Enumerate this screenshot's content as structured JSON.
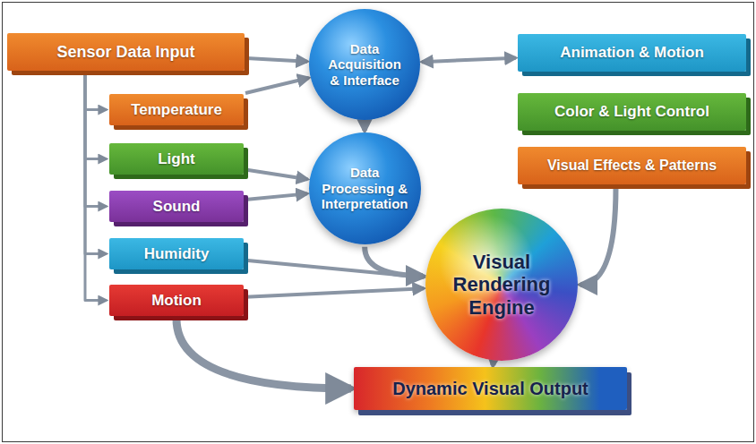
{
  "diagram": {
    "nodes": [
      {
        "text": [
          "Sensor Data Input"
        ]
      },
      {
        "text": [
          "Data Acquisition & Interface"
        ]
      },
      {
        "text": [
          "Animation & Motion"
        ]
      },
      {
        "text": [
          "Temperature"
        ]
      },
      {
        "text": [
          "Color & Light Control"
        ]
      },
      {
        "text": [
          "Light"
        ]
      },
      {
        "text": [
          "Data Processing & Interpretation"
        ]
      },
      {
        "text": [
          "Visual Effects & Patterns"
        ]
      },
      {
        "text": [
          "Sound"
        ]
      },
      {
        "text": [
          "Visual Rendering Engine"
        ]
      },
      {
        "text": [
          "Humidity"
        ]
      },
      {
        "text": [
          "Motion"
        ]
      },
      {
        "text": [
          "Dynamic Visual Output"
        ]
      }
    ],
    "edges": [
      {
        "from": 0,
        "to": 1,
        "arrow": "to"
      },
      {
        "from": 0,
        "to": 3,
        "arrow": "to"
      },
      {
        "from": 0,
        "to": 5,
        "arrow": "to"
      },
      {
        "from": 0,
        "to": 8,
        "arrow": "to"
      },
      {
        "from": 0,
        "to": 10,
        "arrow": "to"
      },
      {
        "from": 0,
        "to": 11,
        "arrow": "to"
      },
      {
        "from": 2,
        "to": 1,
        "arrow": "both"
      },
      {
        "from": 3,
        "to": 1,
        "arrow": "to"
      },
      {
        "from": 5,
        "to": 6,
        "arrow": "to"
      },
      {
        "from": 8,
        "to": 6,
        "arrow": "to"
      },
      {
        "from": 10,
        "to": 9,
        "arrow": "to"
      },
      {
        "from": 11,
        "to": 9,
        "arrow": "to"
      },
      {
        "from": 1,
        "to": 6,
        "arrow": "to"
      },
      {
        "from": 6,
        "to": 9,
        "arrow": "to"
      },
      {
        "from": 7,
        "to": 9,
        "arrow": "to"
      },
      {
        "from": 9,
        "to": 12,
        "arrow": "to"
      },
      {
        "from": 11,
        "to": 12,
        "arrow": "to"
      }
    ]
  }
}
